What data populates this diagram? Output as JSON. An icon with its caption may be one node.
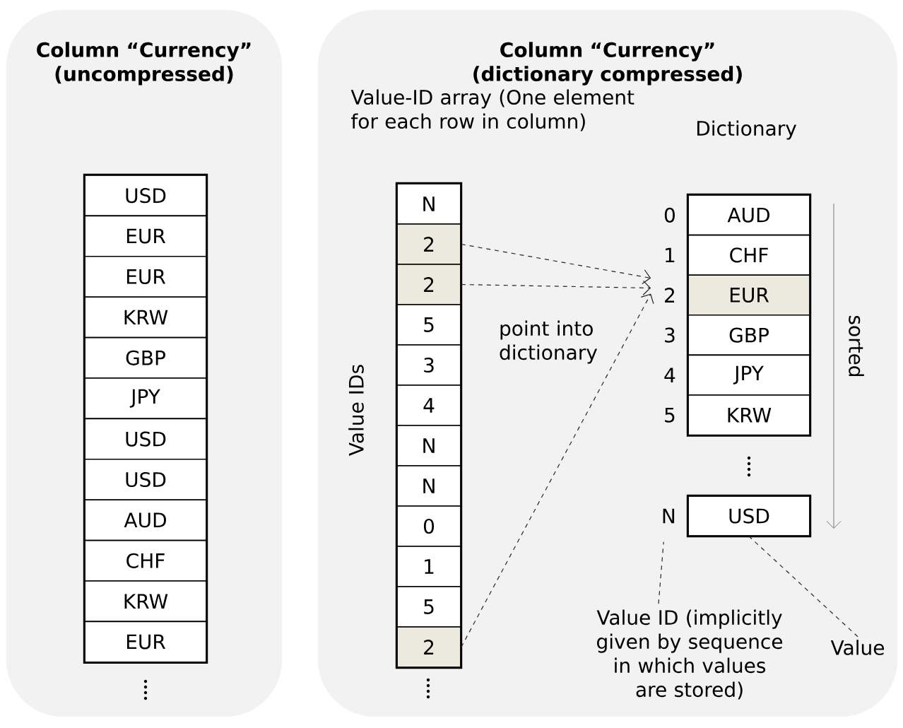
{
  "diagram": {
    "nodes": [
      {
        "text": [
          "Column “Currency” (uncompressed)"
        ]
      },
      {
        "text": [
          "USD"
        ],
        "in": 0
      },
      {
        "text": [
          "EUR"
        ],
        "in": 0
      },
      {
        "text": [
          "EUR"
        ],
        "in": 0
      },
      {
        "text": [
          "KRW"
        ],
        "in": 0
      },
      {
        "text": [
          "GBP"
        ],
        "in": 0
      },
      {
        "text": [
          "JPY"
        ],
        "in": 0
      },
      {
        "text": [
          "USD"
        ],
        "in": 0
      },
      {
        "text": [
          "USD"
        ],
        "in": 0
      },
      {
        "text": [
          "AUD"
        ],
        "in": 0
      },
      {
        "text": [
          "CHF"
        ],
        "in": 0
      },
      {
        "text": [
          "KRW"
        ],
        "in": 0
      },
      {
        "text": [
          "EUR"
        ],
        "in": 0
      },
      {
        "text": [
          "Column “Currency” (dictionary compressed)"
        ]
      },
      {
        "text": [
          "N"
        ],
        "in": 13
      },
      {
        "text": [
          "2"
        ],
        "in": 13
      },
      {
        "text": [
          "2"
        ],
        "in": 13
      },
      {
        "text": [
          "5"
        ],
        "in": 13
      },
      {
        "text": [
          "3"
        ],
        "in": 13
      },
      {
        "text": [
          "4"
        ],
        "in": 13
      },
      {
        "text": [
          "N"
        ],
        "in": 13
      },
      {
        "text": [
          "N"
        ],
        "in": 13
      },
      {
        "text": [
          "0"
        ],
        "in": 13
      },
      {
        "text": [
          "1"
        ],
        "in": 13
      },
      {
        "text": [
          "5"
        ],
        "in": 13
      },
      {
        "text": [
          "2"
        ],
        "in": 13
      },
      {
        "text": [
          "AUD"
        ],
        "in": 13,
        "beside": [
          "0"
        ]
      },
      {
        "text": [
          "CHF"
        ],
        "in": 13,
        "beside": [
          "1"
        ]
      },
      {
        "text": [
          "EUR"
        ],
        "in": 13,
        "beside": [
          "2"
        ]
      },
      {
        "text": [
          "GBP"
        ],
        "in": 13,
        "beside": [
          "3"
        ]
      },
      {
        "text": [
          "JPY"
        ],
        "in": 13,
        "beside": [
          "4"
        ]
      },
      {
        "text": [
          "KRW"
        ],
        "in": 13,
        "beside": [
          "5"
        ]
      },
      {
        "text": [
          "USD"
        ],
        "in": 13,
        "beside": [
          "N"
        ]
      },
      {
        "text": [
          "Value ID (implicitly given by sequence in which values are stored)"
        ],
        "in": 13
      },
      {
        "text": [
          "Value"
        ],
        "in": 13
      }
    ],
    "edges": [
      {
        "from": 15,
        "to": 28,
        "arrow": "to",
        "style": "dashed"
      },
      {
        "from": 16,
        "to": 28,
        "arrow": "to",
        "style": "dashed"
      },
      {
        "from": 25,
        "to": 28,
        "arrow": "to",
        "style": "dashed"
      },
      {
        "from": 33,
        "to": 32,
        "arrow": "none",
        "style": "dashed"
      },
      {
        "from": 34,
        "to": 32,
        "arrow": "none",
        "style": "dashed"
      }
    ],
    "labels": [
      "Value-ID array (One element for each row in column)",
      "Dictionary",
      "point into dictionary",
      "Value IDs",
      "sorted"
    ]
  }
}
